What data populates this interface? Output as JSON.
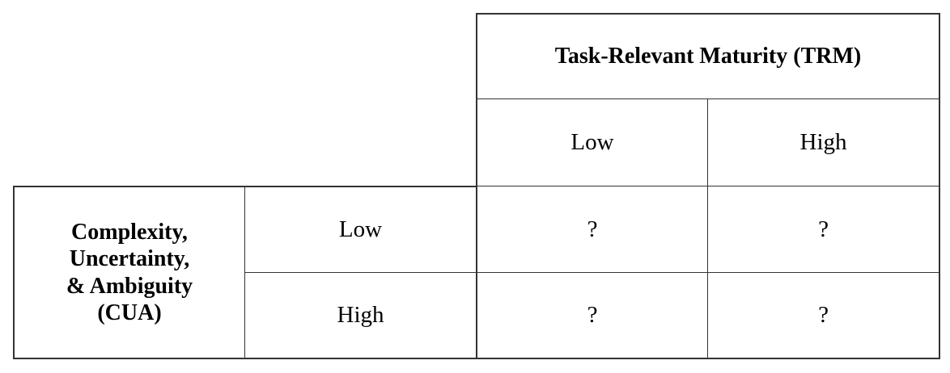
{
  "figure": {
    "column_axis": {
      "title": "Task-Relevant Maturity (TRM)",
      "labels": [
        "Low",
        "High"
      ]
    },
    "row_axis": {
      "title_lines": [
        "Complexity,",
        "Uncertainty,",
        "& Ambiguity",
        "(CUA)"
      ],
      "labels": [
        "Low",
        "High"
      ]
    },
    "cells": [
      [
        "?",
        "?"
      ],
      [
        "?",
        "?"
      ]
    ]
  },
  "colors": {
    "background": "#ffffff",
    "border": "#333333",
    "text": "#000000"
  }
}
